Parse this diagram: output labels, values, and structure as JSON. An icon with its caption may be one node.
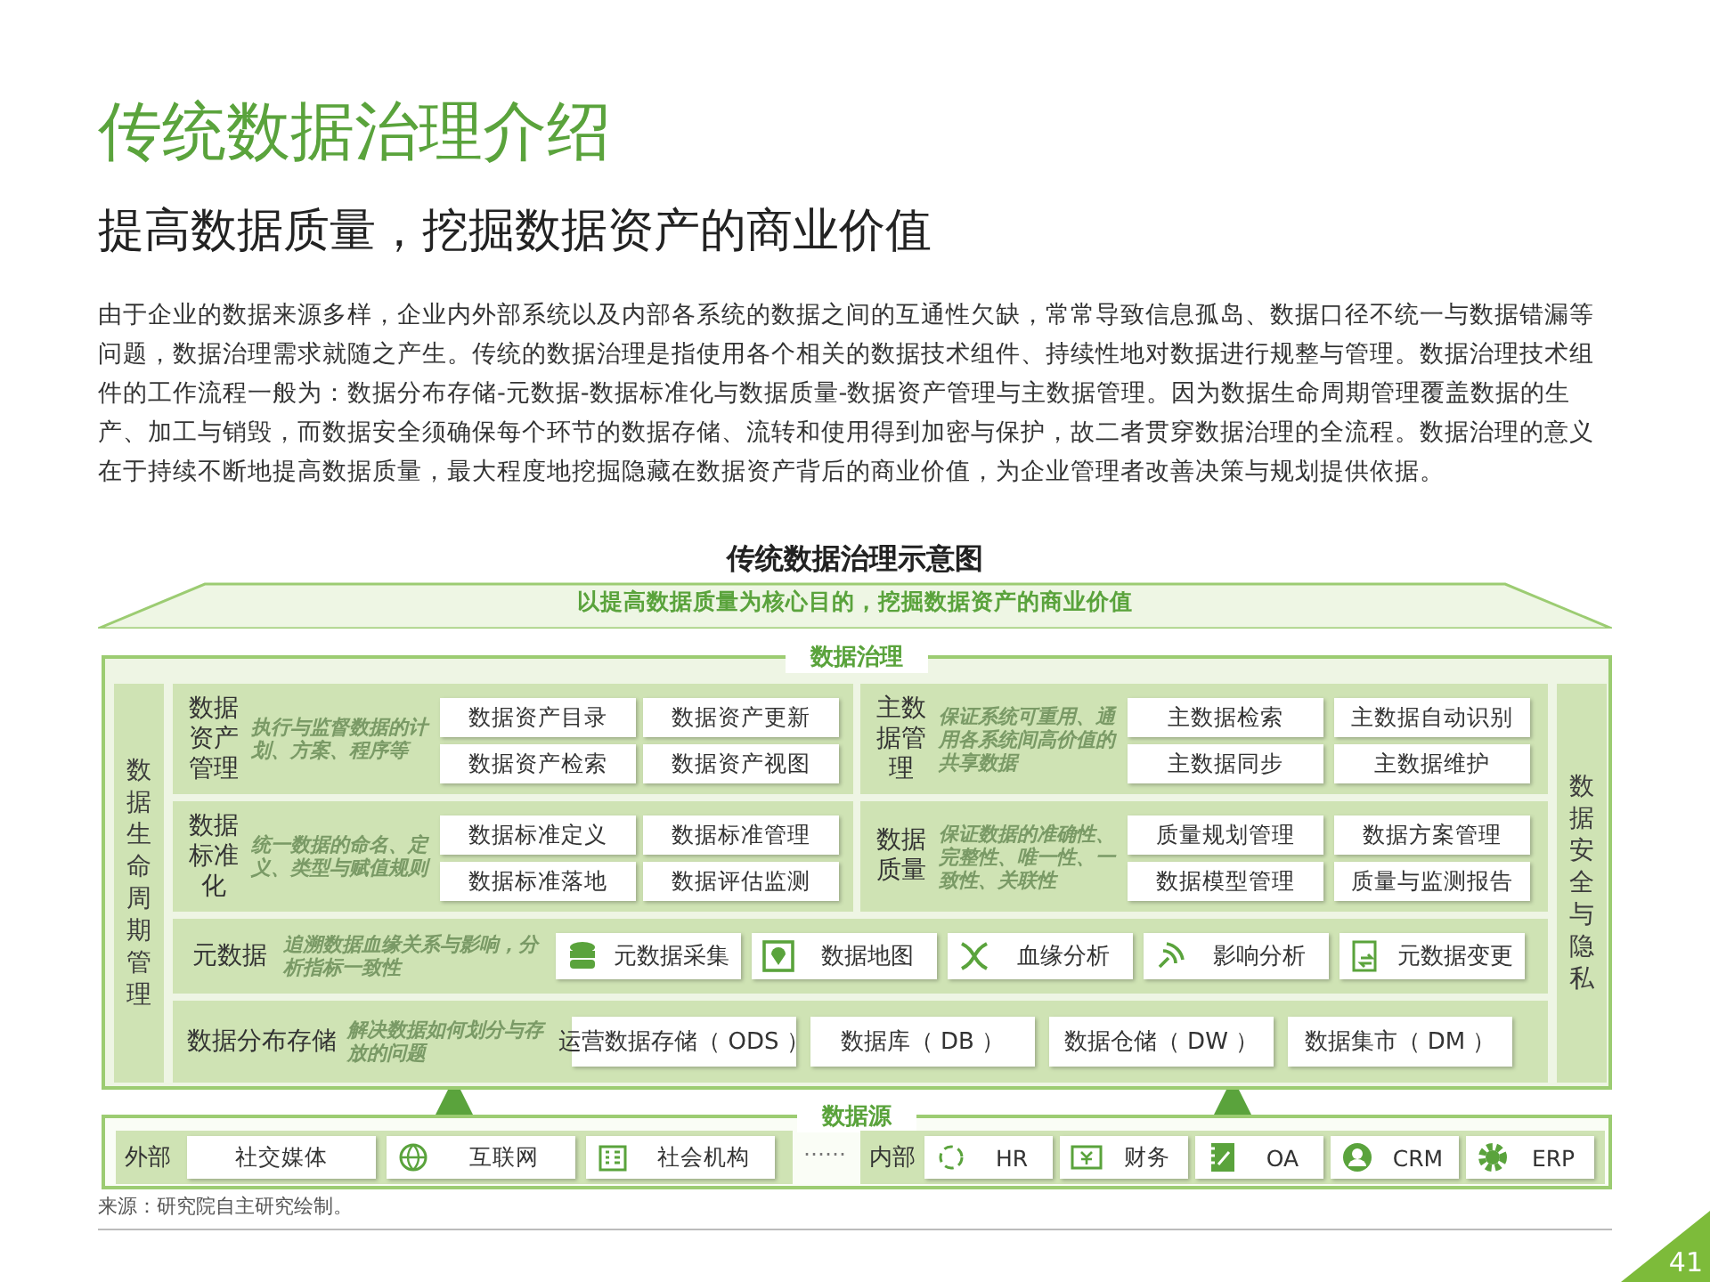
{
  "diagram": {
    "title": "传统数据治理介绍",
    "nodes": [
      {
        "text": [
          "以提高数据质量为核心目的，挖掘数据资产的商业价值"
        ]
      },
      {
        "text": [
          "数据治理"
        ]
      },
      {
        "text": [
          "数据生命周期管理"
        ],
        "in": 1
      },
      {
        "text": [
          "数据资产管理",
          "执行与监督数据的计划、方案、程序等"
        ],
        "in": 1
      },
      {
        "text": [
          "数据资产目录"
        ],
        "in": 3
      },
      {
        "text": [
          "数据资产更新"
        ],
        "in": 3
      },
      {
        "text": [
          "数据资产检索"
        ],
        "in": 3
      },
      {
        "text": [
          "数据资产视图"
        ],
        "in": 3
      },
      {
        "text": [
          "主数据管理",
          "保证系统可重用、通用各系统间高价值的共享数据"
        ],
        "in": 1
      },
      {
        "text": [
          "主数据检索"
        ],
        "in": 8
      },
      {
        "text": [
          "主数据自动识别"
        ],
        "in": 8
      },
      {
        "text": [
          "主数据同步"
        ],
        "in": 8
      },
      {
        "text": [
          "主数据维护"
        ],
        "in": 8
      },
      {
        "text": [
          "数据标准化",
          "统一数据的命名、定义、类型与赋值规则"
        ],
        "in": 1
      },
      {
        "text": [
          "数据标准定义"
        ],
        "in": 13
      },
      {
        "text": [
          "数据标准管理"
        ],
        "in": 13
      },
      {
        "text": [
          "数据标准落地"
        ],
        "in": 13
      },
      {
        "text": [
          "数据评估监测"
        ],
        "in": 13
      },
      {
        "text": [
          "数据质量",
          "保证数据的准确性、完整性、唯一性、一致性、关联性"
        ],
        "in": 1
      },
      {
        "text": [
          "质量规划管理"
        ],
        "in": 18
      },
      {
        "text": [
          "数据方案管理"
        ],
        "in": 18
      },
      {
        "text": [
          "数据模型管理"
        ],
        "in": 18
      },
      {
        "text": [
          "质量与监测报告"
        ],
        "in": 18
      },
      {
        "text": [
          "元数据",
          "追溯数据血缘关系与影响，分析指标一致性"
        ],
        "in": 1
      },
      {
        "text": [
          "元数据采集"
        ],
        "in": 23
      },
      {
        "text": [
          "数据地图"
        ],
        "in": 23
      },
      {
        "text": [
          "血缘分析"
        ],
        "in": 23
      },
      {
        "text": [
          "影响分析"
        ],
        "in": 23
      },
      {
        "text": [
          "元数据变更"
        ],
        "in": 23
      },
      {
        "text": [
          "数据分布存储",
          "解决数据如何划分与存放的问题"
        ],
        "in": 1
      },
      {
        "text": [
          "运营数据存储（ ODS ）"
        ],
        "in": 29
      },
      {
        "text": [
          "数据库（ DB ）"
        ],
        "in": 29
      },
      {
        "text": [
          "数据仓储（ DW ）"
        ],
        "in": 29
      },
      {
        "text": [
          "数据集市（ DM ）"
        ],
        "in": 29
      },
      {
        "text": [
          "数据安全与隐私"
        ],
        "in": 1
      },
      {
        "text": [
          "数据源"
        ]
      },
      {
        "text": [
          "外部"
        ],
        "in": 35
      },
      {
        "text": [
          "社交媒体"
        ],
        "in": 36
      },
      {
        "text": [
          "互联网"
        ],
        "in": 36
      },
      {
        "text": [
          "社会机构"
        ],
        "in": 36
      },
      {
        "text": [
          "内部"
        ],
        "in": 35
      },
      {
        "text": [
          "HR"
        ],
        "in": 40
      },
      {
        "text": [
          "财务"
        ],
        "in": 40
      },
      {
        "text": [
          "OA"
        ],
        "in": 40
      },
      {
        "text": [
          "CRM"
        ],
        "in": 40
      },
      {
        "text": [
          "ERP"
        ],
        "in": 40
      }
    ],
    "edges": [
      {
        "from": 36,
        "to": 1,
        "arrow": "to"
      },
      {
        "from": 40,
        "to": 1,
        "arrow": "to"
      }
    ],
    "labels": [
      "提高数据质量，挖掘数据资产的商业价值",
      "由于企业的数据来源多样，企业内外部系统以及内部各系统的数据之间的互通性欠缺，常常导致信息孤岛、数据口径不统一与数据错漏等问题，数据治理需求就随之产生。传统的数据治理是指使用各个相关的数据技术组件、持续性地对数据进行规整与管理。数据治理技术组件的工作流程一般为：数据分布存储-元数据-数据标准化与数据质量-数据资产管理与主数据管理。因为数据生命周期管理覆盖数据的生产、加工与销毁，而数据安全须确保每个环节的数据存储、流转和使用得到加密与保护，故二者贯穿数据治理的全流程。数据治理的意义在于持续不断地提高数据质量，最大程度地挖掘隐藏在数据资产背后的商业价值，为企业管理者改善决策与规划提供依据。",
      "传统数据治理示意图",
      "……",
      "来源：研究院自主研究绘制。",
      "41"
    ]
  }
}
